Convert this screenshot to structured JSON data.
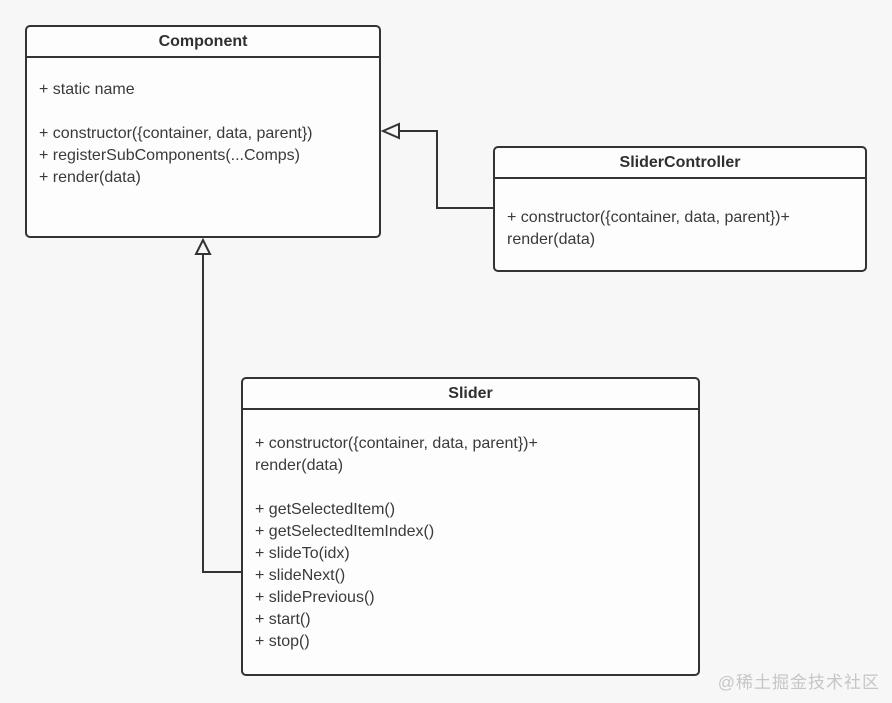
{
  "colors": {
    "background": "#f7f7f7",
    "box_fill": "#fdfdfd",
    "box_border": "#333333",
    "text": "#3a3a3a",
    "watermark": "#c6c6c6"
  },
  "classes": {
    "component": {
      "title": "Component",
      "lines": [
        "+ static name",
        "",
        "+ constructor({container, data, parent})",
        "+ registerSubComponents(...Comps)",
        "+ render(data)"
      ]
    },
    "slider_controller": {
      "title": "SliderController",
      "lines": [
        "+ constructor({container, data, parent})+",
        "render(data)"
      ]
    },
    "slider": {
      "title": "Slider",
      "lines": [
        "+ constructor({container, data, parent})+",
        "render(data)",
        "",
        "+ getSelectedItem()",
        "+ getSelectedItemIndex()",
        "+ slideTo(idx)",
        "+ slideNext()",
        "+ slidePrevious()",
        "+ start()",
        "+ stop()"
      ]
    }
  },
  "relationships": [
    {
      "from": "SliderController",
      "to": "Component",
      "type": "generalization"
    },
    {
      "from": "Slider",
      "to": "Component",
      "type": "generalization"
    }
  ],
  "watermark": {
    "text": "@稀土掘金技术社区"
  }
}
